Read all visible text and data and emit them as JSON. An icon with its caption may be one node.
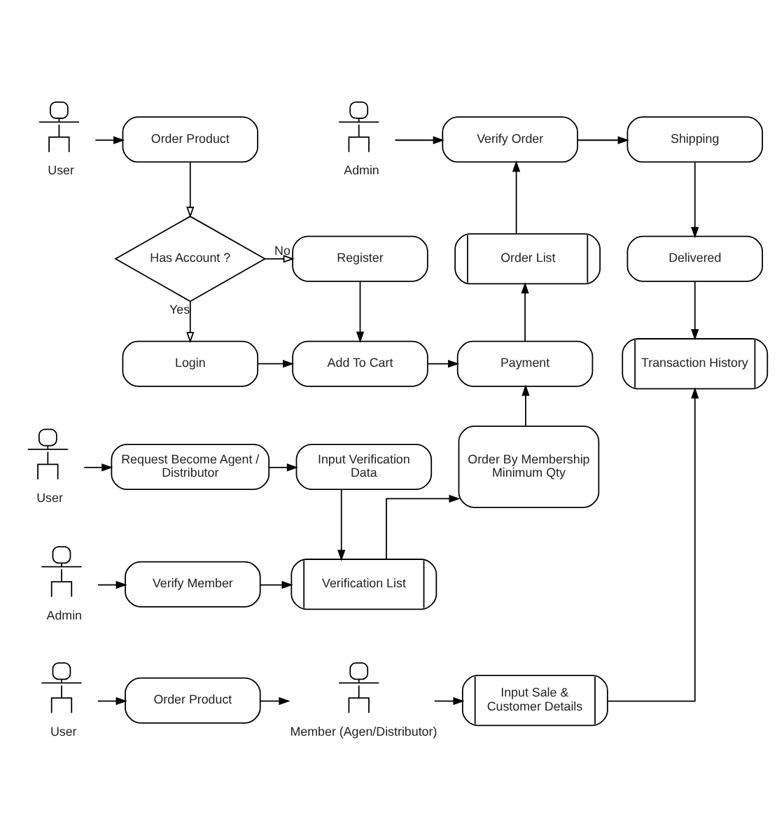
{
  "diagram": {
    "nodes": [
      {
        "text": [
          "User"
        ]
      },
      {
        "text": [
          "Order Product"
        ]
      },
      {
        "text": [
          "Admin"
        ]
      },
      {
        "text": [
          "Verify Order"
        ]
      },
      {
        "text": [
          "Shipping"
        ]
      },
      {
        "text": [
          "Has Account ?"
        ]
      },
      {
        "text": [
          "Register"
        ]
      },
      {
        "text": [
          "Order List"
        ]
      },
      {
        "text": [
          "Delivered"
        ]
      },
      {
        "text": [
          "Login"
        ]
      },
      {
        "text": [
          "Add To Cart"
        ]
      },
      {
        "text": [
          "Payment"
        ]
      },
      {
        "text": [
          "Transaction History"
        ]
      },
      {
        "text": [
          "User"
        ]
      },
      {
        "text": [
          "Request Become Agent / Distributor"
        ]
      },
      {
        "text": [
          "Input Verification Data"
        ]
      },
      {
        "text": [
          "Order By Membership Minimum Qty"
        ]
      },
      {
        "text": [
          "Admin"
        ]
      },
      {
        "text": [
          "Verify Member"
        ]
      },
      {
        "text": [
          "Verification List"
        ]
      },
      {
        "text": [
          "User"
        ]
      },
      {
        "text": [
          "Order Product"
        ]
      },
      {
        "text": [
          "Member (Agen/Distributor)"
        ]
      },
      {
        "text": [
          "Input Sale & Customer Details"
        ]
      }
    ],
    "edges": [
      {
        "from": 0,
        "to": 1,
        "arrow": "to"
      },
      {
        "from": 2,
        "to": 3,
        "arrow": "to"
      },
      {
        "from": 3,
        "to": 4,
        "arrow": "to"
      },
      {
        "from": 1,
        "to": 5,
        "arrow": "to"
      },
      {
        "from": 5,
        "to": 6,
        "arrow": "to",
        "label": "No"
      },
      {
        "from": 5,
        "to": 9,
        "arrow": "to",
        "label": "Yes"
      },
      {
        "from": 6,
        "to": 10,
        "arrow": "to"
      },
      {
        "from": 9,
        "to": 10,
        "arrow": "to"
      },
      {
        "from": 10,
        "to": 11,
        "arrow": "to"
      },
      {
        "from": 11,
        "to": 7,
        "arrow": "to"
      },
      {
        "from": 7,
        "to": 3,
        "arrow": "to"
      },
      {
        "from": 4,
        "to": 8,
        "arrow": "to"
      },
      {
        "from": 8,
        "to": 12,
        "arrow": "to"
      },
      {
        "from": 13,
        "to": 14,
        "arrow": "to"
      },
      {
        "from": 14,
        "to": 15,
        "arrow": "to"
      },
      {
        "from": 15,
        "to": 19,
        "arrow": "to"
      },
      {
        "from": 17,
        "to": 18,
        "arrow": "to"
      },
      {
        "from": 18,
        "to": 19,
        "arrow": "to"
      },
      {
        "from": 19,
        "to": 16,
        "arrow": "to"
      },
      {
        "from": 16,
        "to": 11,
        "arrow": "to"
      },
      {
        "from": 20,
        "to": 21,
        "arrow": "to"
      },
      {
        "from": 21,
        "to": 22,
        "arrow": "to"
      },
      {
        "from": 22,
        "to": 23,
        "arrow": "to"
      },
      {
        "from": 23,
        "to": 12,
        "arrow": "to"
      }
    ]
  }
}
